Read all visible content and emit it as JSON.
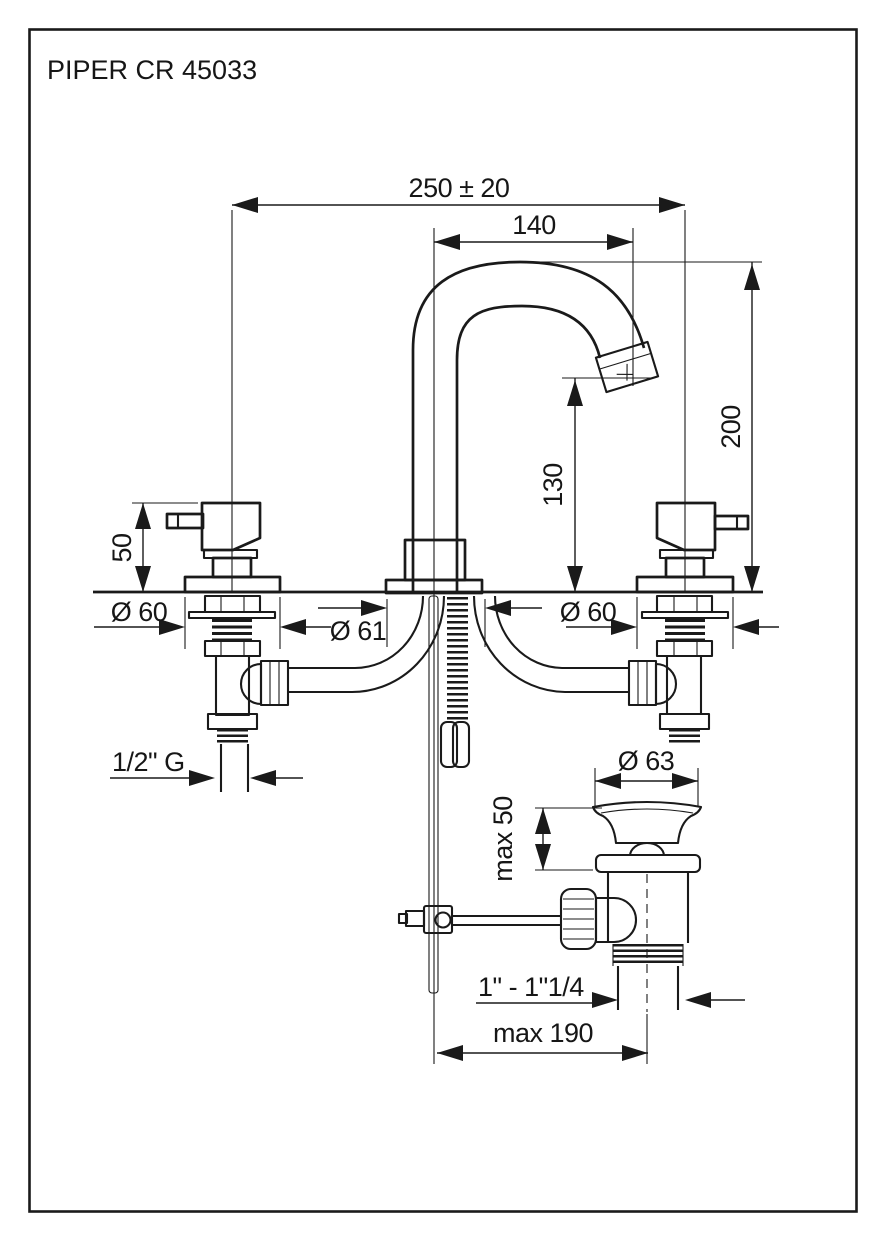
{
  "page": {
    "title": "PIPER CR 45033"
  },
  "labels": {
    "center_distance": "250 ± 20",
    "spout_projection": "140",
    "spout_top_height": "200",
    "spout_outlet_height": "130",
    "handle_height": "50",
    "left_handle_base_diameter": "Ø 60",
    "spout_base_diameter": "Ø 61",
    "right_handle_base_diameter": "Ø 60",
    "supply_thread": "1/2\" G",
    "waste_flange_diameter": "Ø 63",
    "waste_max_depth": "max 50",
    "waste_thread": "1\" - 1\"1/4",
    "waste_max_offset": "max 190"
  },
  "colors": {
    "ink": "#1a1a1a",
    "paper": "#ffffff"
  }
}
